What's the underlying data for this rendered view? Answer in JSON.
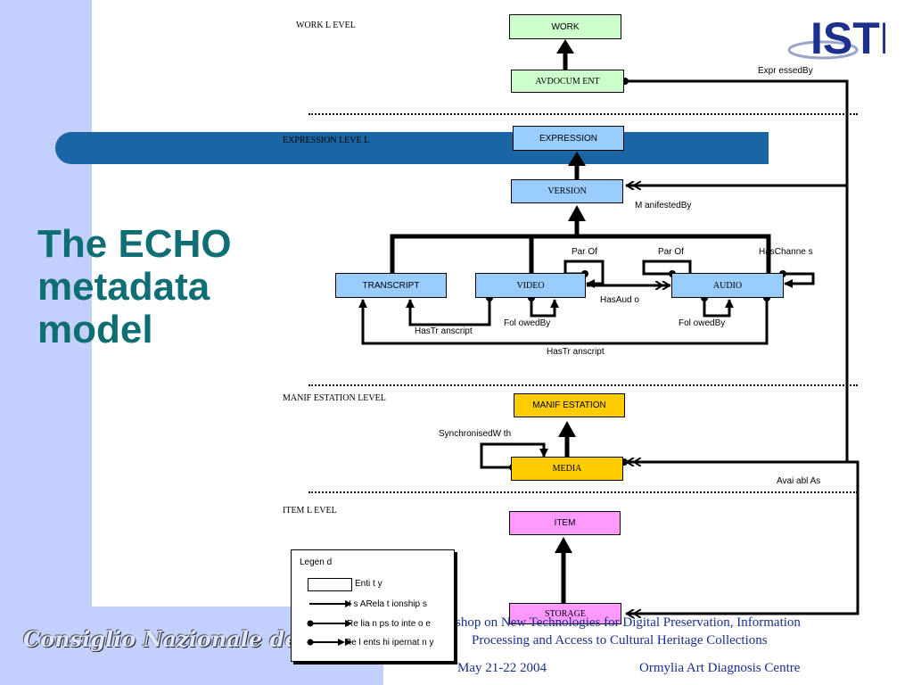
{
  "slide": {
    "title_lines": [
      "The ECHO",
      "metadata",
      "model"
    ]
  },
  "levels": {
    "work": "WORK L EVEL",
    "expression": "EXPRESSION LEVE L",
    "manifestation": "MANIF ESTATION LEVEL",
    "item": "ITEM L EVEL"
  },
  "entities": {
    "work": "WORK",
    "avdocument": "AVDOCUM ENT",
    "expression": "EXPRESSION",
    "version": "VERSION",
    "transcript": "TRANSCRIPT",
    "video": "VIDEO",
    "audio": "AUDIO",
    "manifestation": "MANIF ESTATION",
    "media": "MEDIA",
    "item": "ITEM",
    "storage": "STORAGE"
  },
  "relations": {
    "expressed_by": "Expr essedBy",
    "manifested_by": "M anifestedBy",
    "partof_video": "Par Of",
    "partof_audio": "Par Of",
    "has_channels": "HasChanne s",
    "has_audio": "HasAud o",
    "followed_by_video": "Fol owedBy",
    "followed_by_audio": "Fol owedBy",
    "has_transcript_1": "HasTr anscript",
    "has_transcript_2": "HasTr anscript",
    "synchronised_with": "SynchronisedW th",
    "available_as": "Avai abl As"
  },
  "legend": {
    "title": "Legen d",
    "entity": "Enti t y",
    "is_a": "I s ARela t ionship s",
    "rel_one": "Re lia n ps to inte o e",
    "rel_many": "Re l ents hi ipernat n y"
  },
  "footer": {
    "org": "Consiglio Nazionale delle Ricerche",
    "line1": "shop on New Technologies for Digital Preservation, Information",
    "line2": "Processing and Access to Cultural Heritage Collections",
    "date": "May 21-22 2004",
    "venue": "Ormylia Art Diagnosis Centre"
  },
  "logo": {
    "text": "ISTI"
  },
  "colors": {
    "work": "#ccffcc",
    "avdocument": "#ccffcc",
    "expression_level": "#99ccff",
    "manifestation_level": "#ffcc00",
    "item_level": "#ff99ff",
    "band": "#1a65a3",
    "title": "#0f6e73",
    "sidebar": "#c3cffc"
  }
}
